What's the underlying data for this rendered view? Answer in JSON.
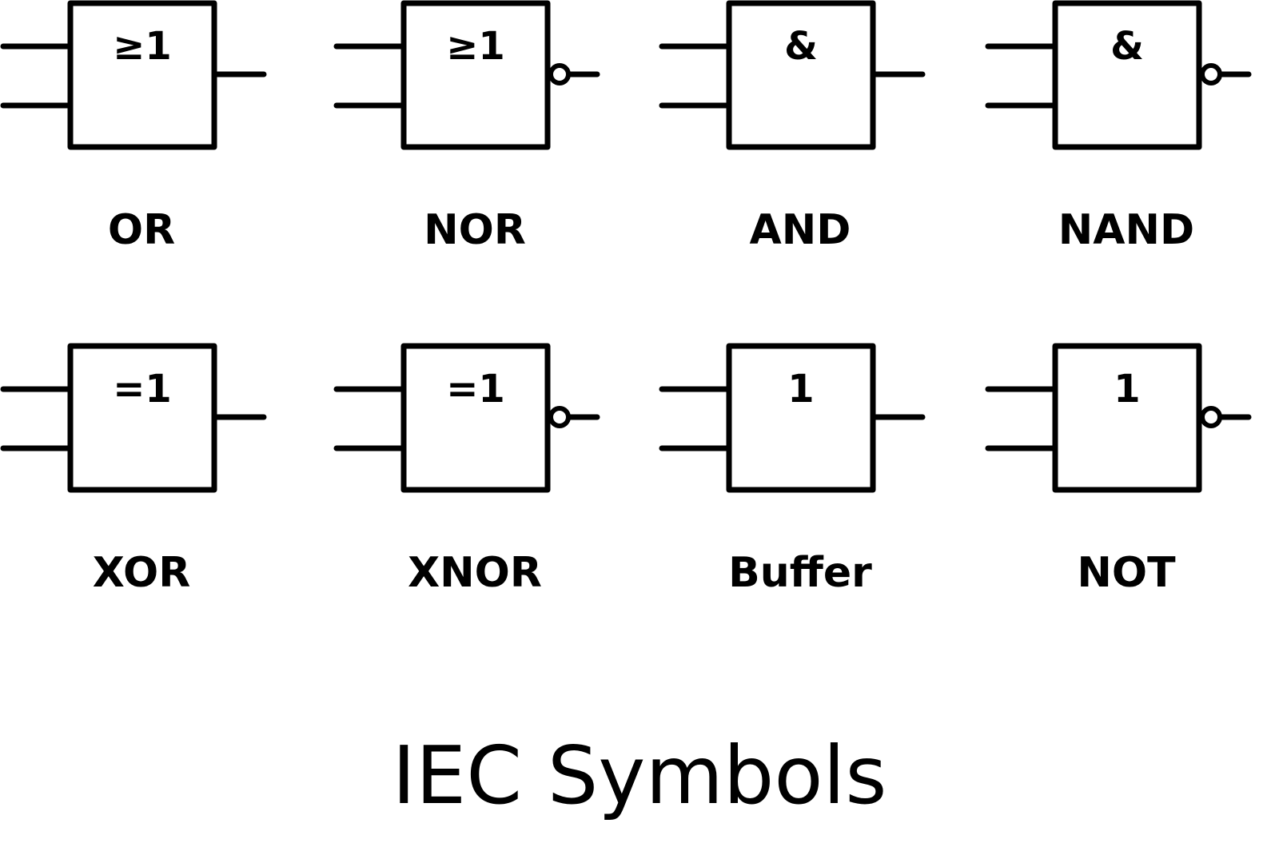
{
  "title": "IEC Symbols",
  "colors": {
    "stroke": "#000000",
    "background": "#ffffff"
  },
  "gates": [
    {
      "name": "OR",
      "symbol": "≥1",
      "inverted": false
    },
    {
      "name": "NOR",
      "symbol": "≥1",
      "inverted": true
    },
    {
      "name": "AND",
      "symbol": "&",
      "inverted": false
    },
    {
      "name": "NAND",
      "symbol": "&",
      "inverted": true
    },
    {
      "name": "XOR",
      "symbol": "=1",
      "inverted": false
    },
    {
      "name": "XNOR",
      "symbol": "=1",
      "inverted": true
    },
    {
      "name": "Buffer",
      "symbol": "1",
      "inverted": false
    },
    {
      "name": "NOT",
      "symbol": "1",
      "inverted": true
    }
  ]
}
